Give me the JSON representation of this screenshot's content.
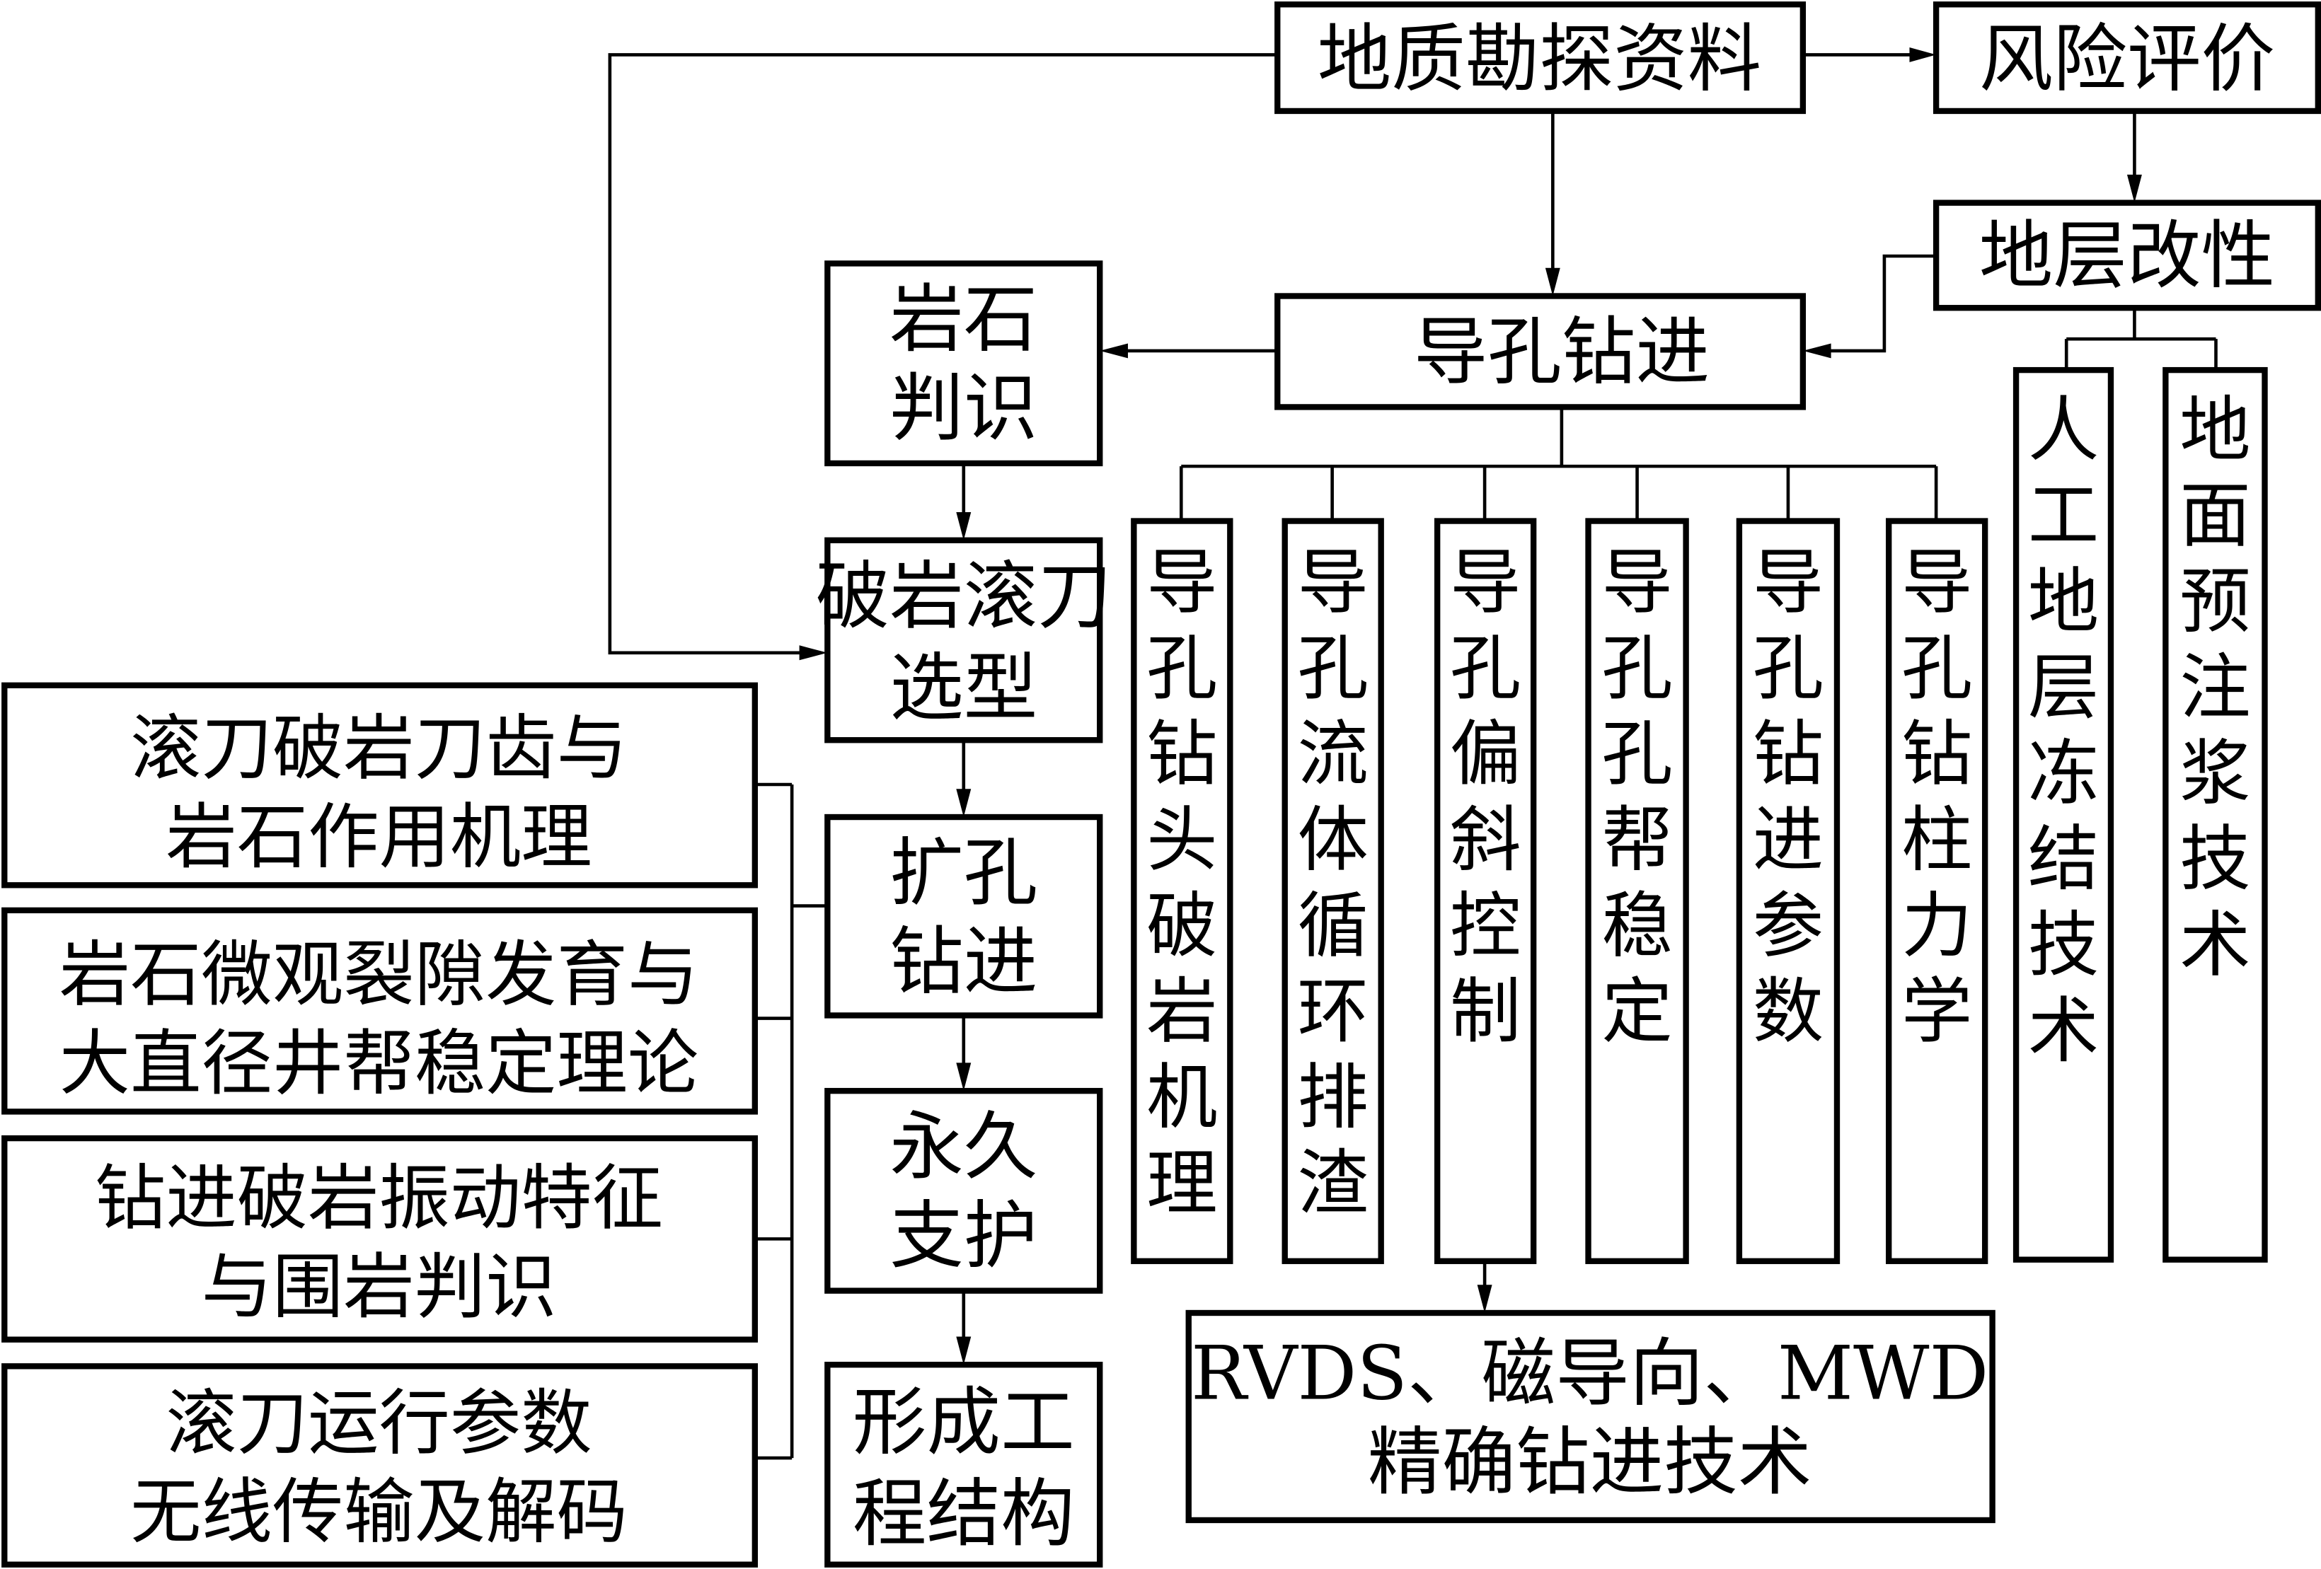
{
  "diagram": {
    "nodes": {
      "geo_survey": {
        "lines": [
          "地质勘探资料"
        ]
      },
      "risk_eval": {
        "lines": [
          "风险评价"
        ]
      },
      "strata_mod": {
        "lines": [
          "地层改性"
        ]
      },
      "pilot_drill": {
        "lines": [
          "导孔钻进"
        ]
      },
      "rock_ident": {
        "lines": [
          "岩石",
          "判识"
        ]
      },
      "cutter_select": {
        "lines": [
          "破岩滚刀",
          "选型"
        ]
      },
      "ream_drill": {
        "lines": [
          "扩孔",
          "钻进"
        ]
      },
      "perm_support": {
        "lines": [
          "永久",
          "支护"
        ]
      },
      "eng_struct": {
        "lines": [
          "形成工",
          "程结构"
        ]
      },
      "precision_drill": {
        "lines": [
          "RVDS、磁导向、MWD",
          "精确钻进技术"
        ]
      }
    },
    "left_topics": [
      {
        "lines": [
          "滚刀破岩刀齿与",
          "岩石作用机理"
        ]
      },
      {
        "lines": [
          "岩石微观裂隙发育与",
          "大直径井帮稳定理论"
        ]
      },
      {
        "lines": [
          "钻进破岩振动特征",
          "与围岩判识"
        ]
      },
      {
        "lines": [
          "滚刀运行参数",
          "无线传输及解码"
        ]
      }
    ],
    "pilot_topics": [
      {
        "text": "导孔钻头破岩机理"
      },
      {
        "text": "导孔流体循环排渣"
      },
      {
        "text": "导孔偏斜控制"
      },
      {
        "text": "导孔孔帮稳定"
      },
      {
        "text": "导孔钻进参数"
      },
      {
        "text": "导孔钻柱力学"
      }
    ],
    "strata_topics": [
      {
        "text": "人工地层冻结技术"
      },
      {
        "text": "地面预注浆技术"
      }
    ],
    "edges": [
      {
        "from": "地质勘探资料",
        "to": "风险评价"
      },
      {
        "from": "风险评价",
        "to": "地层改性"
      },
      {
        "from": "地质勘探资料",
        "to": "导孔钻进"
      },
      {
        "from": "地质勘探资料",
        "to": "破岩滚刀选型"
      },
      {
        "from": "地层改性",
        "to": "导孔钻进"
      },
      {
        "from": "导孔钻进",
        "to": "岩石判识"
      },
      {
        "from": "岩石判识",
        "to": "破岩滚刀选型"
      },
      {
        "from": "破岩滚刀选型",
        "to": "扩孔钻进"
      },
      {
        "from": "扩孔钻进",
        "to": "永久支护"
      },
      {
        "from": "永久支护",
        "to": "形成工程结构"
      },
      {
        "from": "导孔偏斜控制",
        "to": "RVDS、磁导向、MWD精确钻进技术"
      }
    ]
  }
}
